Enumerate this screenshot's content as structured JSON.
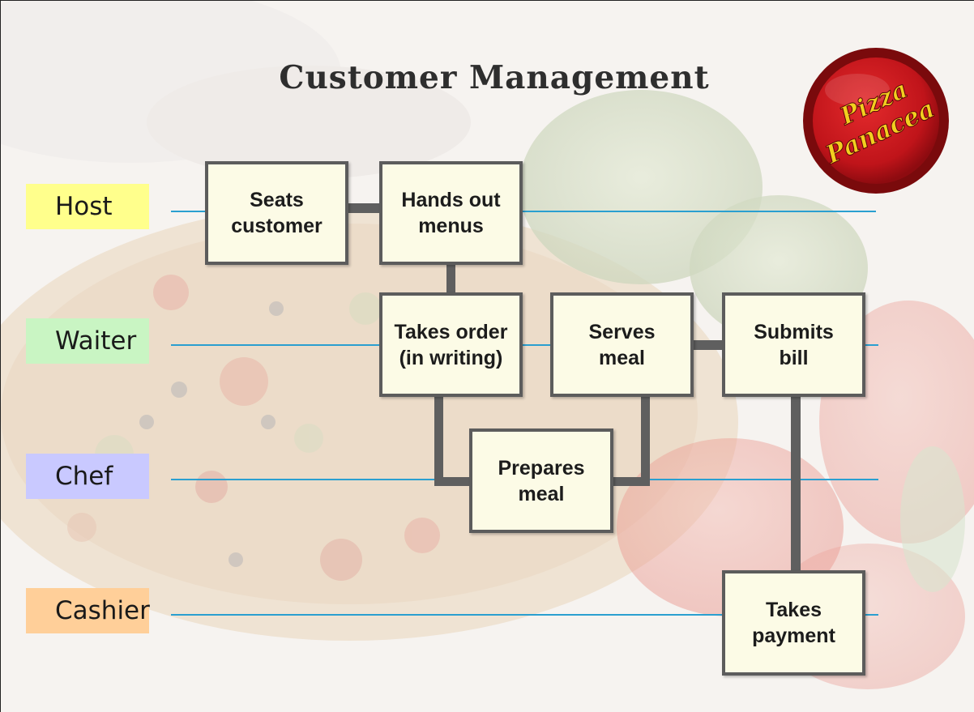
{
  "title": "Customer Management",
  "logo": {
    "text_line1": "Pizza",
    "text_line2": "Panacea",
    "colors": {
      "disc": "#c8161a",
      "rim": "#7a0a0c",
      "text": "#f2cf1f"
    }
  },
  "lanes": [
    {
      "id": "host",
      "label": "Host",
      "color": "#ffff8c"
    },
    {
      "id": "waiter",
      "label": "Waiter",
      "color": "#c9f5c3"
    },
    {
      "id": "chef",
      "label": "Chef",
      "color": "#c9c9ff"
    },
    {
      "id": "cashier",
      "label": "Cashier",
      "color": "#ffcf99"
    }
  ],
  "nodes": [
    {
      "id": "seats-customer",
      "lane": "host",
      "label": "Seats\ncustomer"
    },
    {
      "id": "hands-out-menus",
      "lane": "host",
      "label": "Hands out\nmenus"
    },
    {
      "id": "takes-order",
      "lane": "waiter",
      "label": "Takes order\n(in writing)"
    },
    {
      "id": "serves-meal",
      "lane": "waiter",
      "label": "Serves\nmeal"
    },
    {
      "id": "submits-bill",
      "lane": "waiter",
      "label": "Submits\nbill"
    },
    {
      "id": "prepares-meal",
      "lane": "chef",
      "label": "Prepares\nmeal"
    },
    {
      "id": "takes-payment",
      "lane": "cashier",
      "label": "Takes\npayment"
    }
  ],
  "connections": [
    {
      "from": "seats-customer",
      "to": "hands-out-menus"
    },
    {
      "from": "hands-out-menus",
      "to": "takes-order"
    },
    {
      "from": "takes-order",
      "to": "prepares-meal"
    },
    {
      "from": "prepares-meal",
      "to": "serves-meal"
    },
    {
      "from": "serves-meal",
      "to": "submits-bill"
    },
    {
      "from": "submits-bill",
      "to": "takes-payment"
    }
  ]
}
